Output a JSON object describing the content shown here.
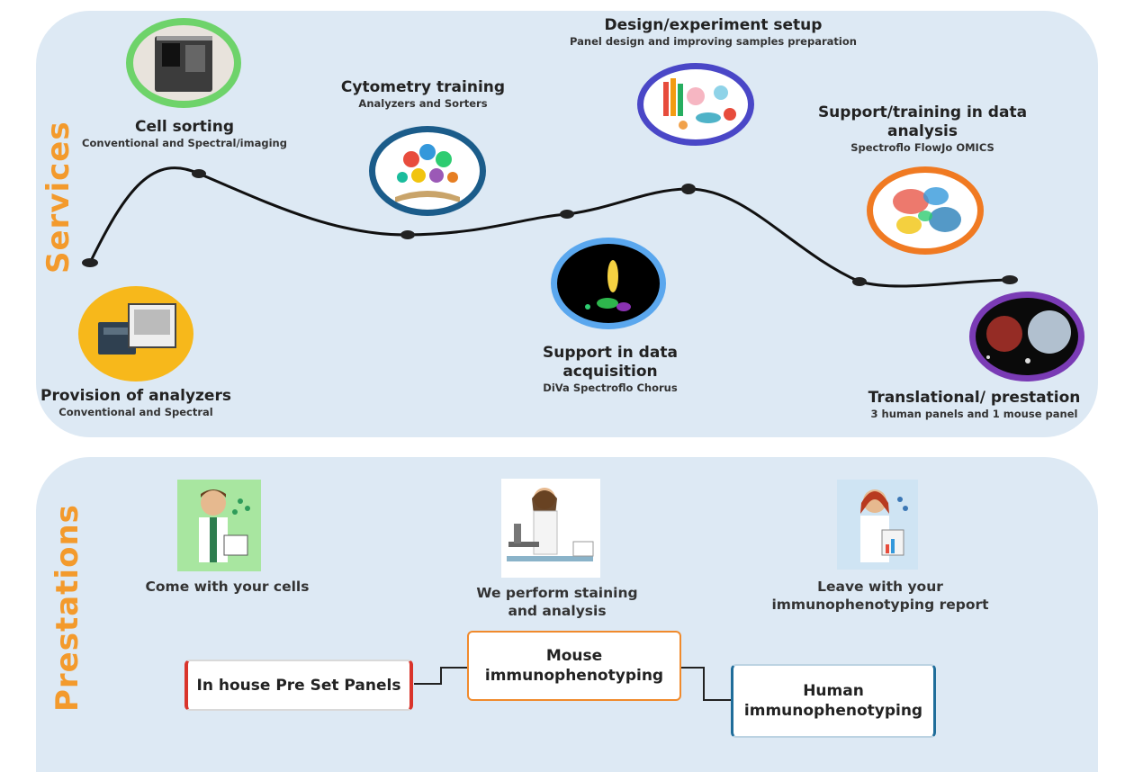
{
  "services": {
    "section_title": "Services",
    "items": [
      {
        "title": "Cell sorting",
        "subtitle": "Conventional and Spectral/imaging"
      },
      {
        "title": "Cytometry training",
        "subtitle": "Analyzers and Sorters"
      },
      {
        "title": "Design/experiment setup",
        "subtitle": "Panel design and improving samples preparation"
      },
      {
        "title": "Support/training in data analysis",
        "subtitle": "Spectroflo  FlowJo  OMICS"
      },
      {
        "title": "Provision of analyzers",
        "subtitle": "Conventional and Spectral"
      },
      {
        "title": "Support in data acquisition",
        "subtitle": "DiVa  Spectroflo  Chorus"
      },
      {
        "title": "Translational/ prestation",
        "subtitle": "3 human panels and 1 mouse panel"
      }
    ],
    "circle_colors": {
      "cell_sorting": "#6ed36a",
      "training": "#1b5c8a",
      "design": "#4a47c7",
      "analysis": "#f07a22",
      "analyzers": "#f7b81b",
      "acquisition": "#5aa7ee",
      "translational": "#7a3bb5"
    }
  },
  "prestations": {
    "section_title": "Prestations",
    "steps": [
      {
        "caption": "Come with your cells"
      },
      {
        "caption": "We perform staining and analysis"
      },
      {
        "caption": "Leave with your immunophenotyping report"
      }
    ],
    "boxes": [
      {
        "label": "In house Pre Set Panels",
        "color": "#d9342b"
      },
      {
        "label": "Mouse immunophenotyping",
        "color": "#f08a2c"
      },
      {
        "label": "Human immunophenotyping",
        "color": "#1f6d9a"
      }
    ]
  }
}
